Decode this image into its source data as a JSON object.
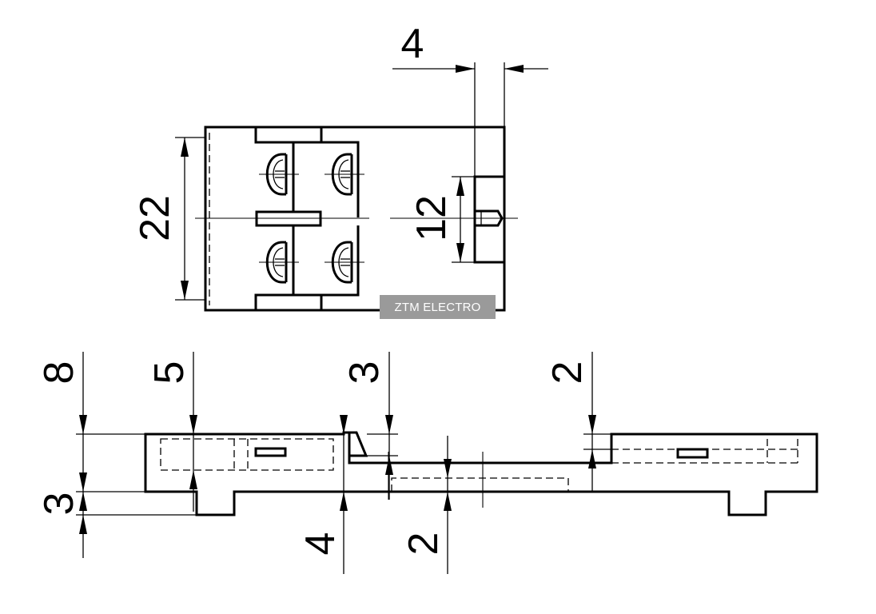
{
  "watermark": "ZTM ELECTRO",
  "dimensions": {
    "top_width": "4",
    "top_height_left": "22",
    "top_height_mid": "12",
    "side_total_height": "8",
    "side_left_step": "5",
    "side_middle_top": "3",
    "side_right_step": "2",
    "side_foot": "3",
    "side_middle_depth": "4",
    "side_bottom_slot": "2"
  },
  "colors": {
    "line": "#000000",
    "background": "#ffffff",
    "watermark_bg": "#9a9a9a"
  }
}
